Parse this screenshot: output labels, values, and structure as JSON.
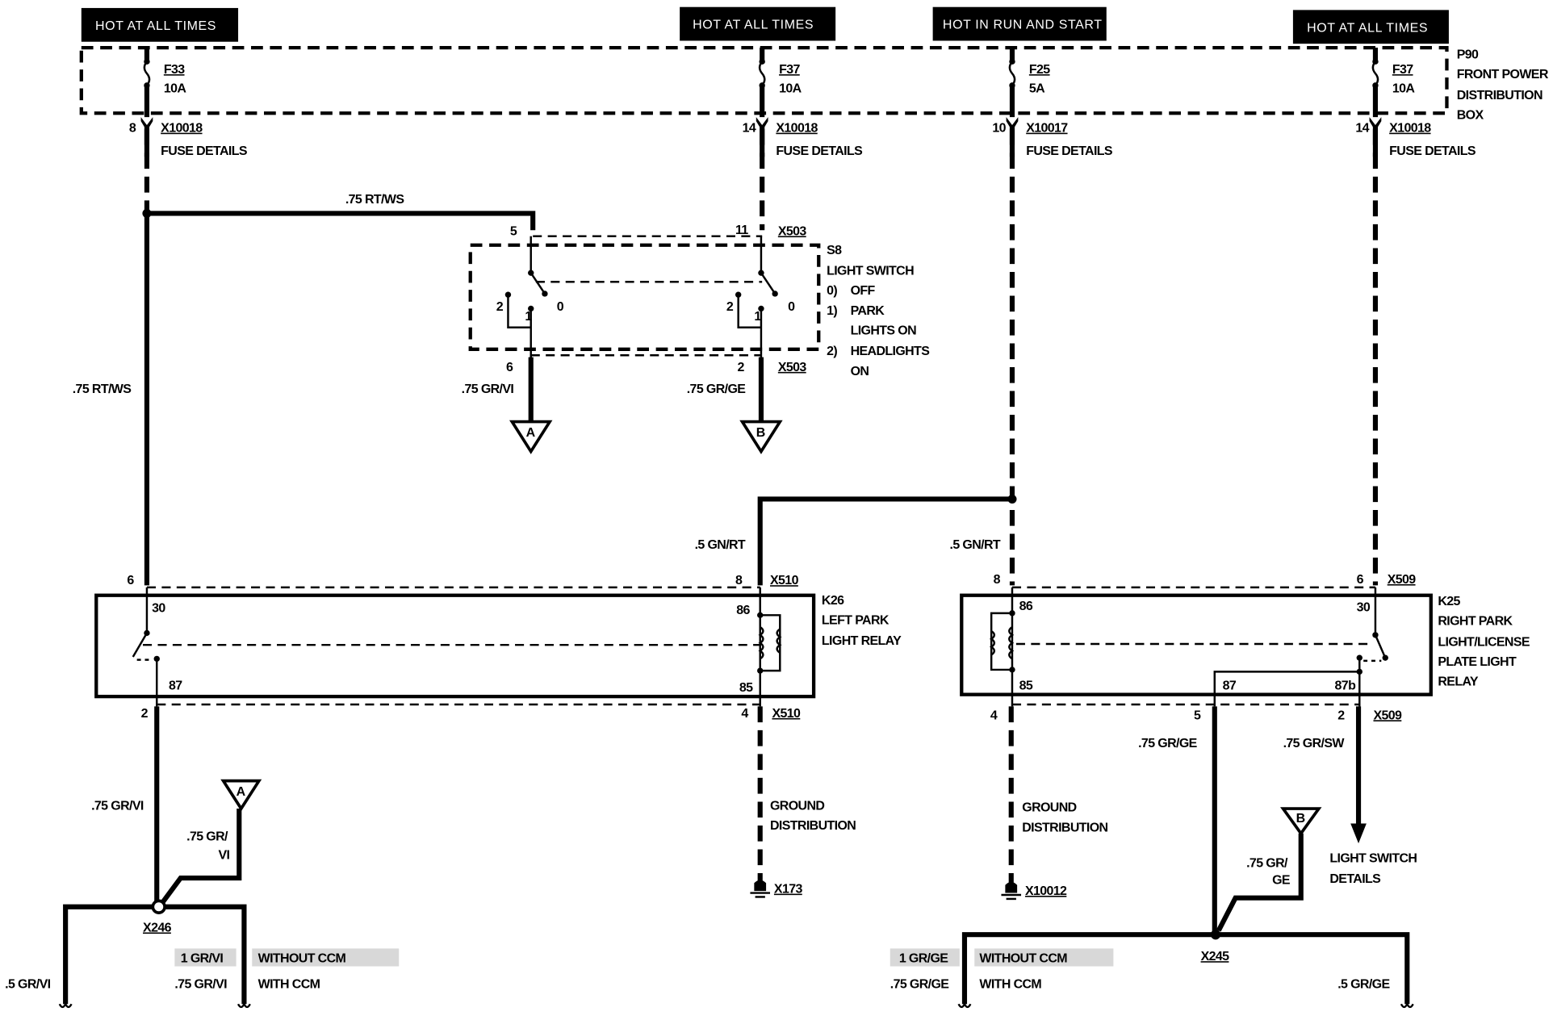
{
  "power_labels": [
    "HOT AT ALL TIMES",
    "HOT AT ALL TIMES",
    "HOT IN RUN AND START",
    "HOT AT ALL TIMES"
  ],
  "p90": {
    "id": "P90",
    "lines": [
      "FRONT POWER",
      "DISTRIBUTION",
      "BOX"
    ]
  },
  "fuses": [
    {
      "id": "F33",
      "rating": "10A",
      "pin": "8",
      "connector": "X10018",
      "details": "FUSE DETAILS"
    },
    {
      "id": "F37",
      "rating": "10A",
      "pin": "14",
      "connector": "X10018",
      "details": "FUSE DETAILS"
    },
    {
      "id": "F25",
      "rating": "5A",
      "pin": "10",
      "connector": "X10017",
      "details": "FUSE DETAILS"
    },
    {
      "id": "F37",
      "rating": "10A",
      "pin": "14",
      "connector": "X10018",
      "details": "FUSE DETAILS"
    }
  ],
  "wires": {
    "rt_ws_top": ".75 RT/WS",
    "rt_ws_left": ".75 RT/WS",
    "gr_vi_s8": ".75 GR/VI",
    "gr_ge_s8": ".75 GR/GE",
    "gn_rt_left": ".5 GN/RT",
    "gn_rt_right": ".5 GN/RT",
    "gr_vi_k26": ".75 GR/VI",
    "gr_vi_a_1": ".75 GR/",
    "gr_vi_a_2": "VI",
    "gr_ge_k25": ".75 GR/GE",
    "gr_sw_k25": ".75 GR/SW",
    "gr_ge_b_1": ".75 GR/",
    "gr_ge_b_2": "GE"
  },
  "switch": {
    "id": "S8",
    "name": "LIGHT SWITCH",
    "pos0": "0)",
    "pos0_label": "OFF",
    "pos1": "1)",
    "pos1_label": "PARK",
    "pos1_label2": "LIGHTS ON",
    "pos2": "2)",
    "pos2_label": "HEADLIGHTS",
    "pos2_label2": "ON",
    "pin_in_left": "5",
    "pin_in_right": "11",
    "conn_top": "X503",
    "pin_out_left": "6",
    "pin_out_right": "2",
    "conn_bottom": "X503",
    "contact_labels": [
      "2",
      "1",
      "0"
    ]
  },
  "connectors": {
    "A": "A",
    "B": "B"
  },
  "k26": {
    "id": "K26",
    "lines": [
      "LEFT PARK",
      "LIGHT RELAY"
    ],
    "pin_top_left": "6",
    "pin_top_right": "8",
    "conn_top": "X510",
    "t30": "30",
    "t86": "86",
    "t87": "87",
    "t85": "85",
    "pin_bot_left": "2",
    "pin_bot_right": "4",
    "conn_bot": "X510"
  },
  "k25": {
    "id": "K25",
    "lines": [
      "RIGHT PARK",
      "LIGHT/LICENSE",
      "PLATE LIGHT",
      "RELAY"
    ],
    "pin_top_left": "8",
    "pin_top_right": "6",
    "conn_top": "X509",
    "t86": "86",
    "t30": "30",
    "t85": "85",
    "t87": "87",
    "t87b": "87b",
    "pin_bot_left": "4",
    "pin_bot_mid": "5",
    "pin_bot_right": "2",
    "conn_bot": "X509"
  },
  "ground_left": {
    "lines": [
      "GROUND",
      "DISTRIBUTION"
    ],
    "id": "X173"
  },
  "ground_right": {
    "lines": [
      "GROUND",
      "DISTRIBUTION"
    ],
    "id": "X10012"
  },
  "light_switch_details": [
    "LIGHT SWITCH",
    "DETAILS"
  ],
  "splice_left": {
    "id": "X246",
    "without_wire": "1 GR/VI",
    "without": "WITHOUT CCM",
    "left_wire": ".5 GR/VI",
    "with_wire": ".75 GR/VI",
    "with": "WITH CCM"
  },
  "splice_right": {
    "id": "X245",
    "without_wire": "1 GR/GE",
    "without": "WITHOUT CCM",
    "with_wire": ".75 GR/GE",
    "with": "WITH CCM",
    "right_wire": ".5 GR/GE"
  }
}
